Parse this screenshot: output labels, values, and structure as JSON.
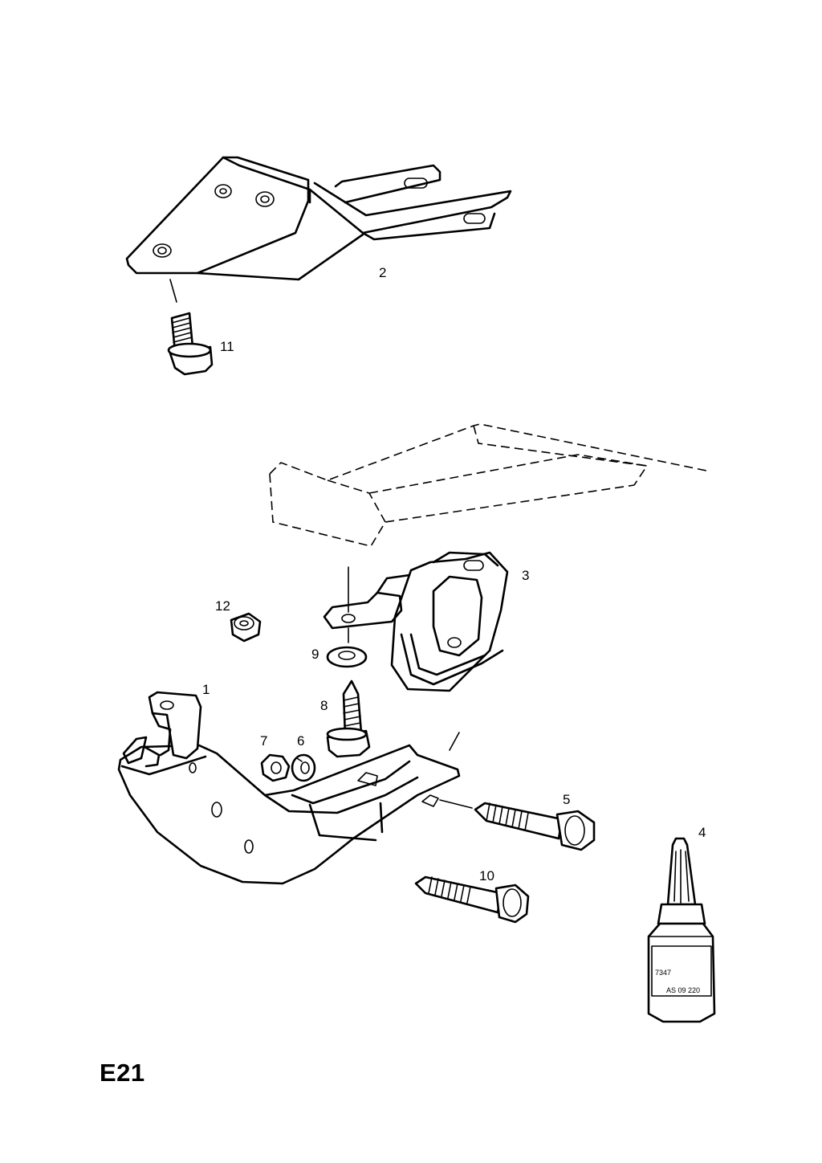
{
  "diagram": {
    "page_code": "E21",
    "callouts": [
      {
        "id": "1",
        "label": "1"
      },
      {
        "id": "2",
        "label": "2"
      },
      {
        "id": "3",
        "label": "3"
      },
      {
        "id": "4",
        "label": "4"
      },
      {
        "id": "5",
        "label": "5"
      },
      {
        "id": "6",
        "label": "6"
      },
      {
        "id": "7",
        "label": "7"
      },
      {
        "id": "8",
        "label": "8"
      },
      {
        "id": "9",
        "label": "9"
      },
      {
        "id": "10",
        "label": "10"
      },
      {
        "id": "11",
        "label": "11"
      },
      {
        "id": "12",
        "label": "12"
      }
    ],
    "bottle_text": {
      "line1": "7347",
      "line2": "AS 09 220"
    }
  }
}
